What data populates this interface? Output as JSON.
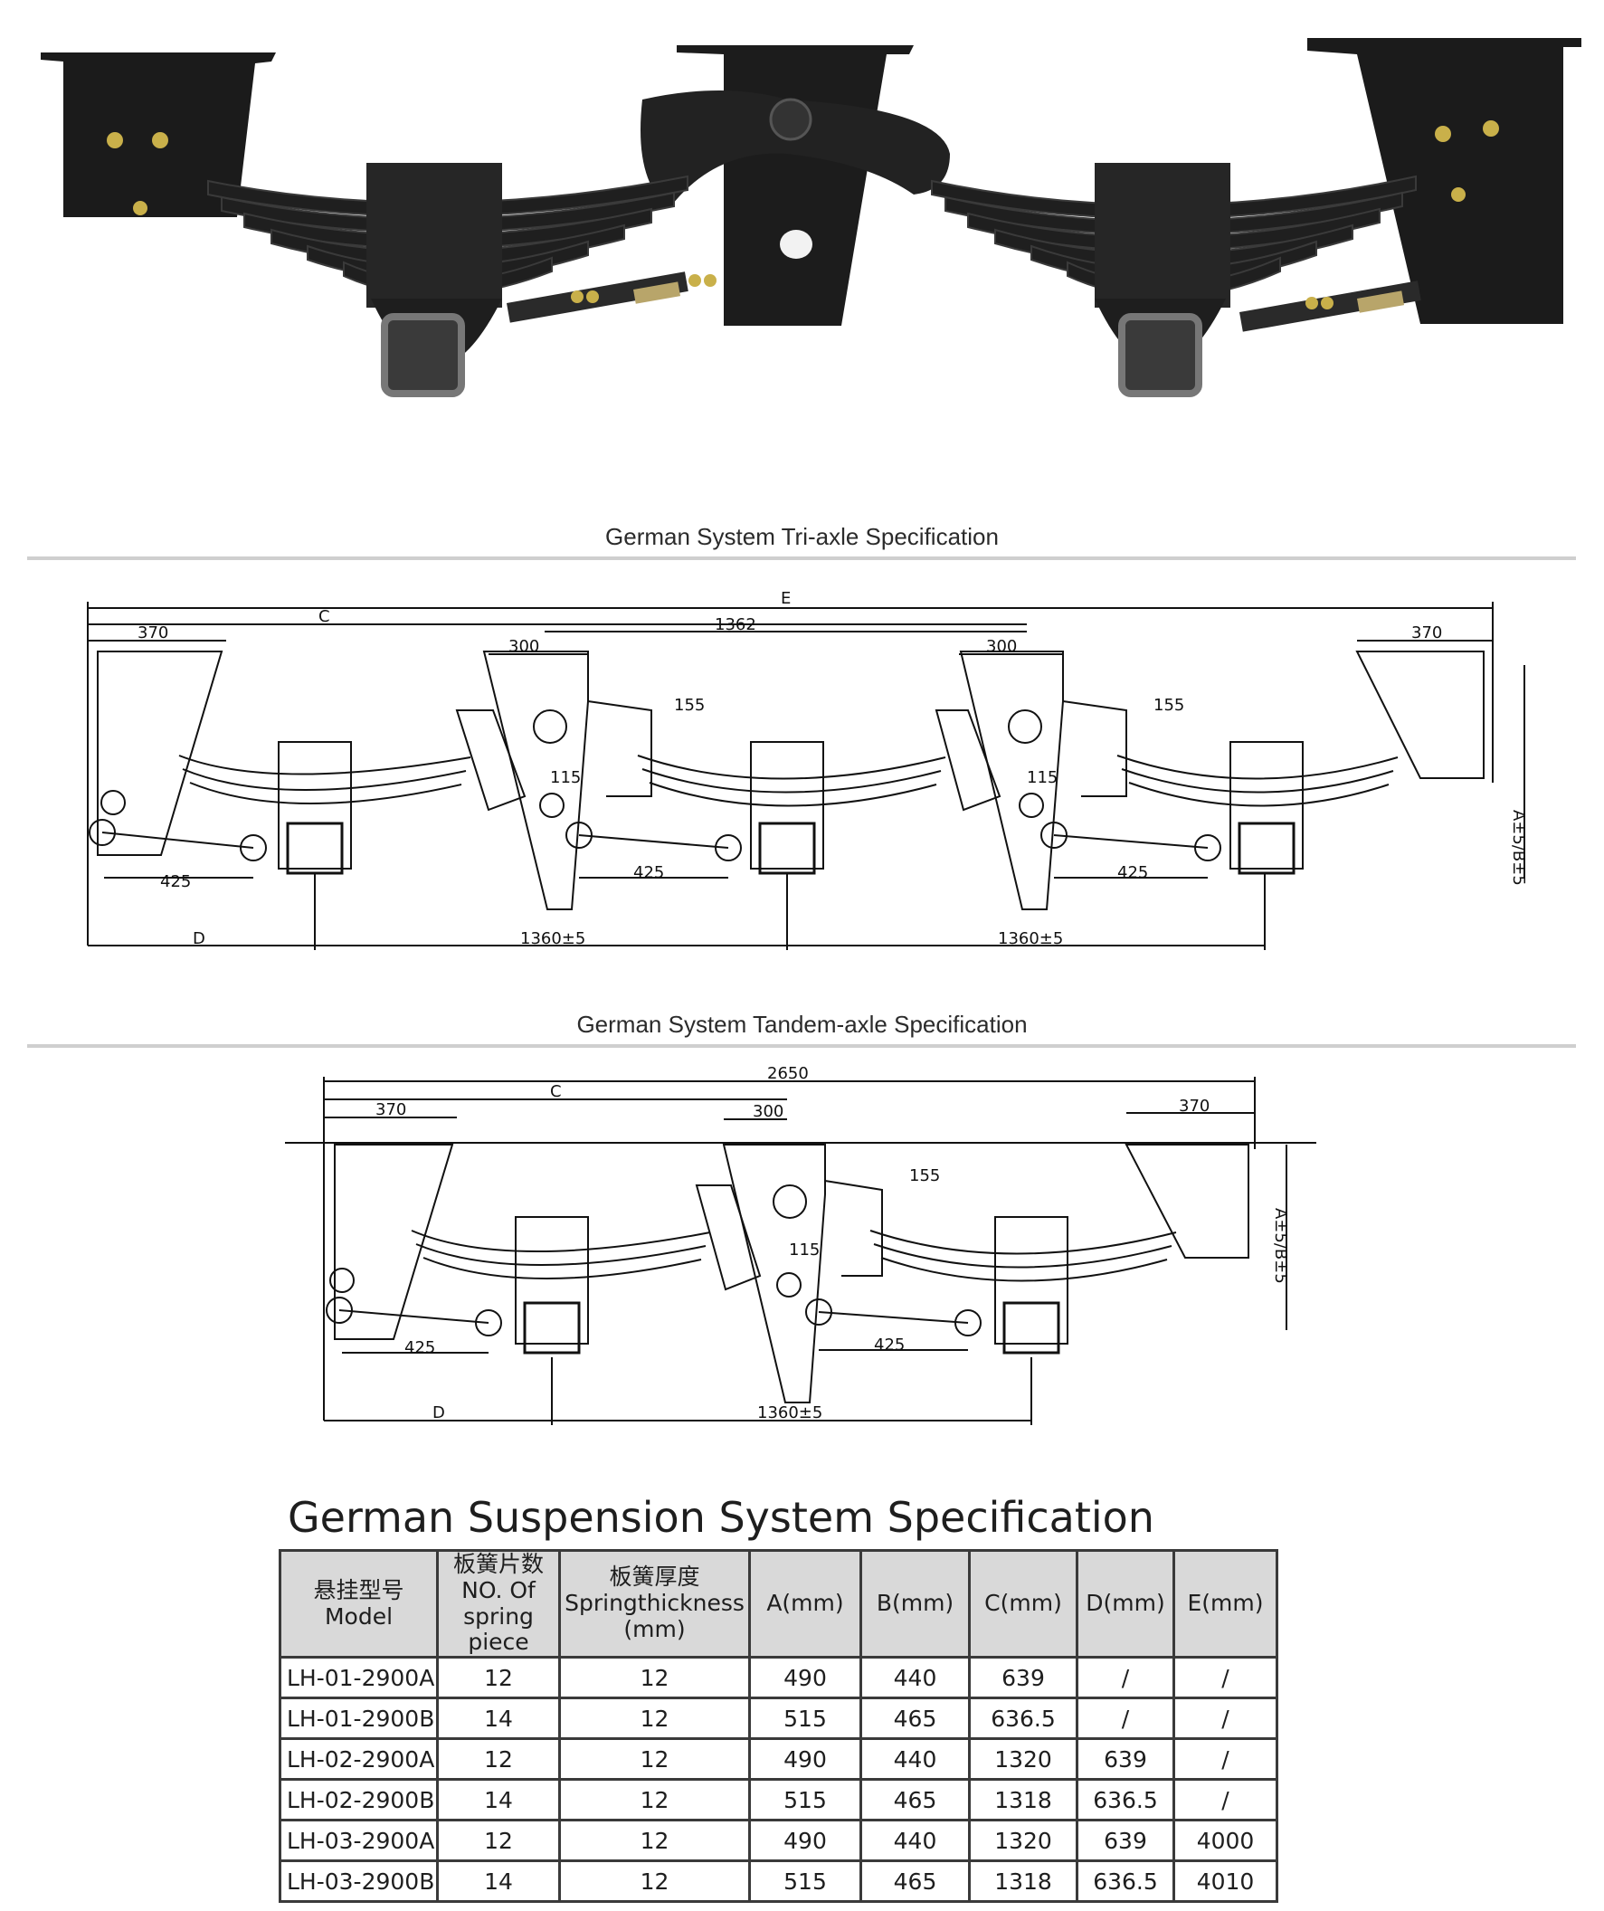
{
  "figures": {
    "tri_axle_caption": "German System Tri-axle Specification",
    "tandem_axle_caption": "German System Tandem-axle Specification",
    "tri_axle_labels": {
      "e": "E",
      "c": "C",
      "d": "D",
      "d1362": "1362",
      "d370a": "370",
      "d370b": "370",
      "d300a": "300",
      "d300b": "300",
      "d155a": "155",
      "d155b": "155",
      "d115a": "115",
      "d115b": "115",
      "d425a": "425",
      "d425b": "425",
      "d425c": "425",
      "d1360a": "1360±5",
      "d1360b": "1360±5",
      "height": "A±5/B±5"
    },
    "tandem_axle_labels": {
      "overall": "2650",
      "c": "C",
      "d": "D",
      "d370a": "370",
      "d370b": "370",
      "d300": "300",
      "d155": "155",
      "d115": "115",
      "d425a": "425",
      "d425b": "425",
      "d1360": "1360±5",
      "height": "A±5/B±5"
    }
  },
  "spec": {
    "title": "German Suspension System Specification",
    "headers": {
      "model_cn": "悬挂型号",
      "model_en": "Model",
      "pieces_cn": "板簧片数",
      "pieces_en1": "NO. Of",
      "pieces_en2": "spring piece",
      "thick_cn": "板簧厚度",
      "thick_en1": "Springthickness",
      "thick_en2": "(mm)",
      "a": "A(mm)",
      "b": "B(mm)",
      "c": "C(mm)",
      "d": "D(mm)",
      "e": "E(mm)"
    },
    "rows": [
      {
        "model": "LH-01-2900A",
        "pieces": "12",
        "thickness": "12",
        "a": "490",
        "b": "440",
        "c": "639",
        "d": "/",
        "e": "/"
      },
      {
        "model": "LH-01-2900B",
        "pieces": "14",
        "thickness": "12",
        "a": "515",
        "b": "465",
        "c": "636.5",
        "d": "/",
        "e": "/"
      },
      {
        "model": "LH-02-2900A",
        "pieces": "12",
        "thickness": "12",
        "a": "490",
        "b": "440",
        "c": "1320",
        "d": "639",
        "e": "/"
      },
      {
        "model": "LH-02-2900B",
        "pieces": "14",
        "thickness": "12",
        "a": "515",
        "b": "465",
        "c": "1318",
        "d": "636.5",
        "e": "/"
      },
      {
        "model": "LH-03-2900A",
        "pieces": "12",
        "thickness": "12",
        "a": "490",
        "b": "440",
        "c": "1320",
        "d": "639",
        "e": "4000"
      },
      {
        "model": "LH-03-2900B",
        "pieces": "14",
        "thickness": "12",
        "a": "515",
        "b": "465",
        "c": "1318",
        "d": "636.5",
        "e": "4010"
      }
    ]
  }
}
